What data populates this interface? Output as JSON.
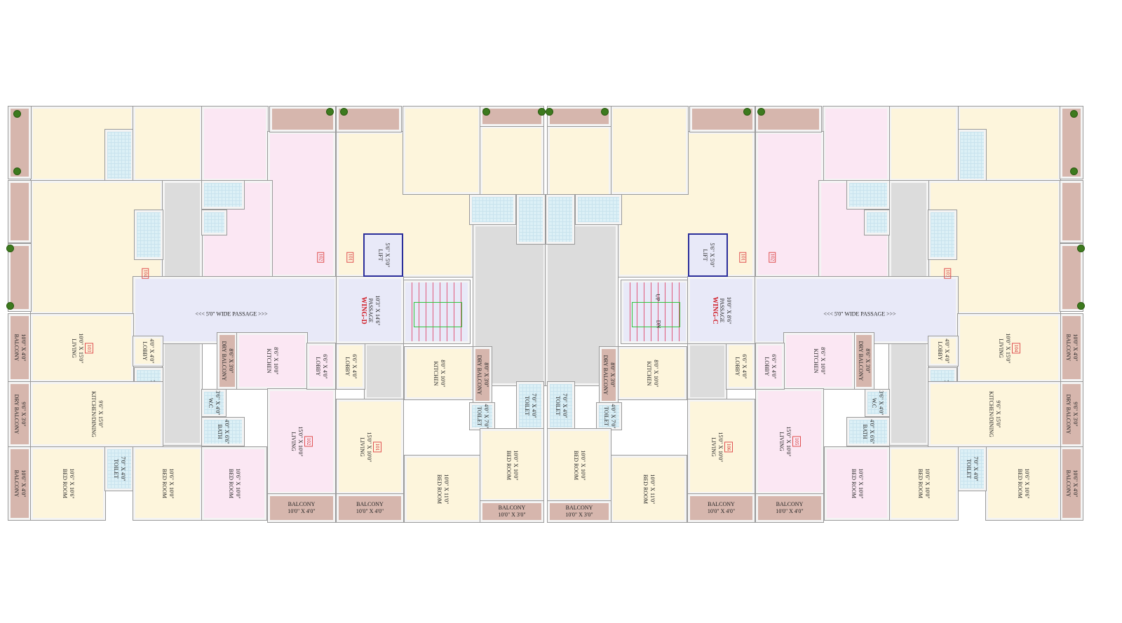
{
  "passage_label": "<<< 5'0\" WIDE PASSAGE >>>",
  "stairs": {
    "up": "UP",
    "down": "DN"
  },
  "colors": {
    "unit_cream": "#fdf5dc",
    "unit_pink": "#fbe7f3",
    "balcony": "#d6b6ad",
    "toilet": "#dcf0f6",
    "shaft": "#dcdcdc",
    "passage": "#e8e9f8",
    "wing_title": "#d0202a",
    "lift_outline": "#2b2e9a",
    "stair_arrow": "#31c43c"
  },
  "wings": [
    {
      "top_tags": [
        "104",
        "102",
        "101"
      ],
      "rooms": [
        {
          "name": "BALCONY",
          "size": "10'0\" X 4'0\""
        },
        {
          "name": "DRY BALCONY",
          "size": "9'6\" X 3'0\""
        },
        {
          "name": "BALCONY",
          "size": "10'6\" X 4'0\""
        },
        {
          "name": "LIVING",
          "size": "10'0\" X 15'0\"",
          "tag": "103"
        },
        {
          "name": "LOBBY",
          "size": "4'0\" X 4'0\""
        },
        {
          "name": "TOILET",
          "size": "7'0\" X 4'0\""
        },
        {
          "name": "KITCHEN/DINING",
          "size": "9'6\" X 15'0\""
        },
        {
          "name": "BED ROOM",
          "size": "10'6\" X 10'6\""
        },
        {
          "name": "TOILET",
          "size": "7'0\" X 4'0\""
        },
        {
          "name": "BED ROOM",
          "size": "10'6\" X 10'0\""
        },
        {
          "name": "DRY BALCONY",
          "size": "8'6\" X 3'0\""
        },
        {
          "name": "KITCHEN",
          "size": "8'6\" X 10'0\""
        },
        {
          "name": "W.C",
          "size": "3'6\" X 4'0\""
        },
        {
          "name": "BATH",
          "size": "4'0\" X 6'6\""
        },
        {
          "name": "LIVING",
          "size": "15'0\" X 10'0\"",
          "tag": "102"
        },
        {
          "name": "BED ROOM",
          "size": "10'6\" X 10'0\""
        },
        {
          "name": "BALCONY",
          "size": "10'0\" X 4'0\""
        },
        {
          "name": "LOBBY",
          "size": "6'6\" X 4'0\""
        },
        {
          "name": "LOBBY",
          "size": "6'6\" X 4'0\""
        },
        {
          "wing": "WING-D",
          "name": "PASSAGE",
          "size": "10'3\" X 14'6\""
        },
        {
          "name": "LIFT",
          "size": "5'6\" X 5'0\""
        },
        {
          "name": "KITCHEN",
          "size": "8'0\" X 10'0\""
        },
        {
          "name": "DRY BALCONY",
          "size": "8'0\" X 3'0\""
        },
        {
          "name": "TOILET",
          "size": "4'0\" X 7'0\""
        },
        {
          "name": "TOILET",
          "size": "7'0\" X 4'0\""
        },
        {
          "name": "LIVING",
          "size": "15'0\" X 10'0\"",
          "tag": "101"
        },
        {
          "name": "BED ROOM",
          "size": "10'0\" X 11'0\""
        },
        {
          "name": "BED ROOM",
          "size": "10'0\" X 10'0\""
        },
        {
          "name": "BALCONY",
          "size": "10'0\" X 3'0\""
        },
        {
          "name": "BALCONY",
          "size": "10'0\" X 4'0\""
        }
      ]
    },
    {
      "top_tags": [
        "103",
        "102",
        "101"
      ],
      "rooms": [
        {
          "name": "BALCONY",
          "size": "10'0\" X 4'0\""
        },
        {
          "name": "DRY BALCONY",
          "size": "9'6\" X 3'0\""
        },
        {
          "name": "BALCONY",
          "size": "10'6\" X 4'0\""
        },
        {
          "name": "LIVING",
          "size": "10'0\" X 15'0\"",
          "tag": "104"
        },
        {
          "name": "LOBBY",
          "size": "4'0\" X 4'0\""
        },
        {
          "name": "TOILET",
          "size": "7'0\" X 4'0\""
        },
        {
          "name": "KITCHEN/DINING",
          "size": "9'6\" X 15'0\""
        },
        {
          "name": "BED ROOM",
          "size": "10'6\" X 10'6\""
        },
        {
          "name": "TOILET",
          "size": "7'0\" X 4'0\""
        },
        {
          "name": "BED ROOM",
          "size": "10'6\" X 10'0\""
        },
        {
          "name": "DRY BALCONY",
          "size": "8'6\" X 3'0\""
        },
        {
          "name": "KITCHEN",
          "size": "8'6\" X 10'0\""
        },
        {
          "name": "W.C",
          "size": "3'6\" X 4'0\""
        },
        {
          "name": "BATH",
          "size": "4'0\" X 6'6\""
        },
        {
          "name": "LIVING",
          "size": "15'0\" X 10'0\"",
          "tag": "105"
        },
        {
          "name": "BED ROOM",
          "size": "10'6\" X 10'0\""
        },
        {
          "name": "BALCONY",
          "size": "10'0\" X 4'0\""
        },
        {
          "name": "LOBBY",
          "size": "6'6\" X 4'0\""
        },
        {
          "name": "LOBBY",
          "size": "6'6\" X 4'0\""
        },
        {
          "wing": "WING-C",
          "name": "PASSAGE",
          "size": "10'0\" X 8'6\""
        },
        {
          "name": "LIFT",
          "size": "5'6\" X 5'0\""
        },
        {
          "name": "KITCHEN",
          "size": "8'0\" X 10'0\""
        },
        {
          "name": "DRY BALCONY",
          "size": "8'0\" X 3'0\""
        },
        {
          "name": "TOILET",
          "size": "4'0\" X 7'0\""
        },
        {
          "name": "TOILET",
          "size": "7'0\" X 4'0\""
        },
        {
          "name": "LIVING",
          "size": "15'0\" X 10'0\"",
          "tag": "106"
        },
        {
          "name": "BED ROOM",
          "size": "10'0\" X 11'0\""
        },
        {
          "name": "BED ROOM",
          "size": "10'0\" X 10'0\""
        },
        {
          "name": "BALCONY",
          "size": "10'0\" X 3'0\""
        },
        {
          "name": "BALCONY",
          "size": "10'0\" X 4'0\""
        }
      ]
    }
  ]
}
